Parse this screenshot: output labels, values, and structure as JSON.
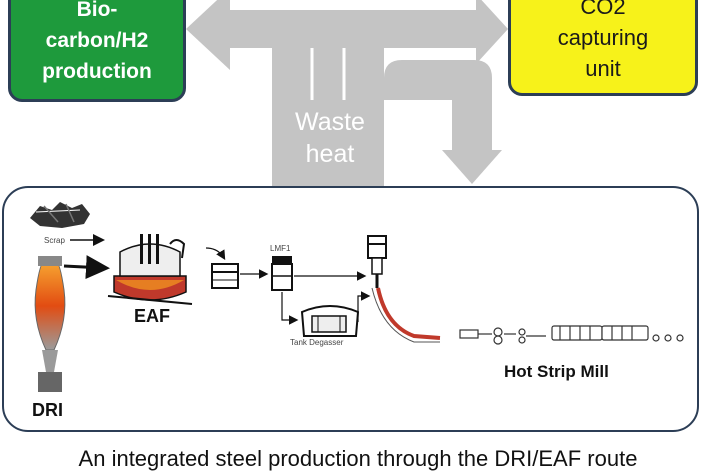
{
  "top": {
    "left_box": {
      "lines": [
        "Bio-",
        "carbon/H2",
        "production"
      ],
      "color": "#1e9a3c"
    },
    "right_box": {
      "lines": [
        "CO2",
        "capturing",
        "unit"
      ],
      "color": "#f7f21a"
    },
    "center_label": [
      "Waste",
      "heat"
    ],
    "arrow_color": "#c4c4c4"
  },
  "process": {
    "scrap_label": "Scrap",
    "eaf_label": "EAF",
    "dri_label": "DRI",
    "lmf_label": "LMF1",
    "degasser_label": "Tank Degasser",
    "mill_label": "Hot Strip Mill"
  },
  "caption": "An integrated steel production through the DRI/EAF route"
}
